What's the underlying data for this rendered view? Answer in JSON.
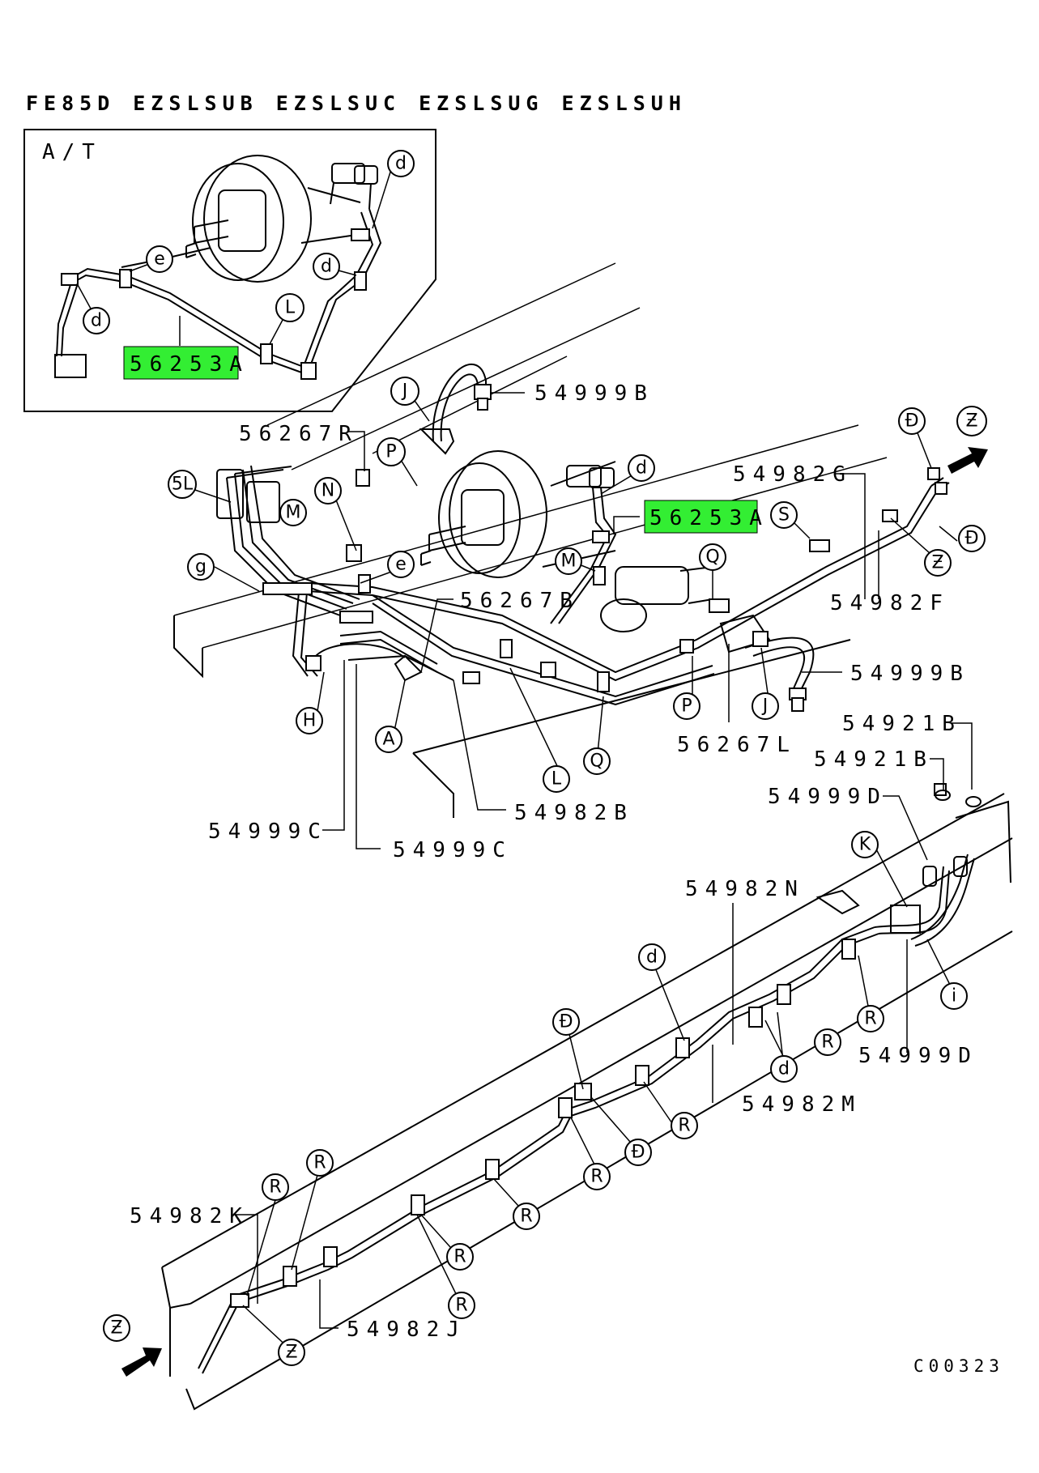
{
  "header": {
    "text": "FE85D EZSLSUB EZSLSUC EZSLSUG EZSLSUH"
  },
  "inset": {
    "title": "A/T",
    "highlight_label": "56253A",
    "callouts": {
      "d1": "d",
      "e": "e",
      "d2": "d",
      "d3": "d",
      "L": "L"
    }
  },
  "colors": {
    "highlight": "#33ee33",
    "line": "#000000",
    "background": "#ffffff"
  },
  "part_labels": {
    "p54999B_top": "54999B",
    "p56267R": "56267R",
    "p54982G": "54982G",
    "p56253A_main": "56253A",
    "p54982F": "54982F",
    "p56267B": "56267B",
    "p54999B_right": "54999B",
    "p56267L": "56267L",
    "p54921B_1": "54921B",
    "p54921B_2": "54921B",
    "p54999D_top": "54999D",
    "p54982B": "54982B",
    "p54999C_1": "54999C",
    "p54999C_2": "54999C",
    "p54982N": "54982N",
    "p54982M": "54982M",
    "p54999D_bottom": "54999D",
    "p54982K": "54982K",
    "p54982J": "54982J"
  },
  "callouts": {
    "J1": "J",
    "P1": "P",
    "d_main": "d",
    "D1": "Đ",
    "Z1": "Ƶ",
    "S": "S",
    "D2": "Đ",
    "Z2": "Ƶ",
    "fiveL": "5L",
    "N": "N",
    "M1": "M",
    "g": "g",
    "e_main": "e",
    "M2": "M",
    "Q1": "Q",
    "P2": "P",
    "J2": "J",
    "H": "H",
    "A": "A",
    "L_main": "L",
    "Q2": "Q",
    "K": "K",
    "i": "i",
    "d_b1": "d",
    "R1": "R",
    "R2": "R",
    "d_b2": "d",
    "D3": "Đ",
    "R3": "R",
    "D4": "Đ",
    "R4": "R",
    "R5": "R",
    "R6": "R",
    "R7": "R",
    "R8": "R",
    "Z3": "Ƶ",
    "Z4": "Ƶ"
  },
  "footer_code": "C00323"
}
